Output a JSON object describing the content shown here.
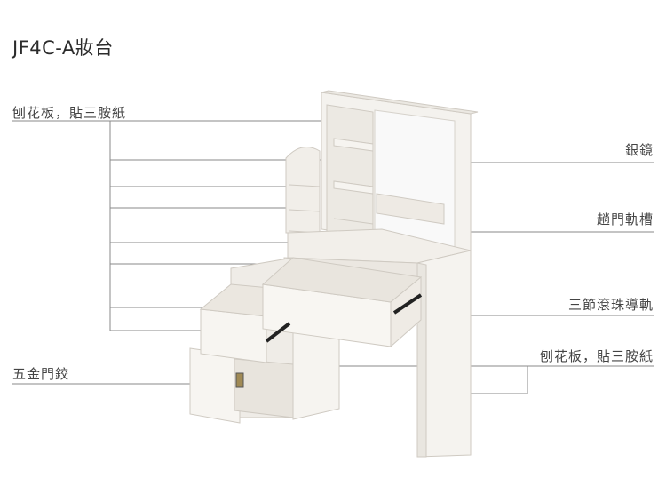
{
  "title": "JF4C-A妝台",
  "labels": {
    "board_top_left": "刨花板，貼三胺紙",
    "mirror": "銀鏡",
    "track": "趟門軌槽",
    "rail": "三節滾珠導軌",
    "board_bottom_right": "刨花板，貼三胺紙",
    "hinge": "五金門鉸"
  },
  "colors": {
    "line": "#8a8a8a",
    "panel": "#f4f2ee",
    "panel_shade": "#e6e3dd",
    "mirror": "#f9f9f9"
  }
}
